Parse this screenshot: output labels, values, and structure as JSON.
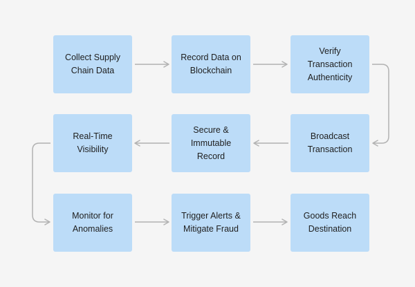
{
  "diagram": {
    "nodes": [
      {
        "id": "collect",
        "label": "Collect Supply\nChain Data"
      },
      {
        "id": "record",
        "label": "Record Data on\nBlockchain"
      },
      {
        "id": "verify",
        "label": "Verify\nTransaction\nAuthenticity"
      },
      {
        "id": "broadcast",
        "label": "Broadcast\nTransaction"
      },
      {
        "id": "secure",
        "label": "Secure &\nImmutable\nRecord"
      },
      {
        "id": "visibility",
        "label": "Real-Time\nVisibility"
      },
      {
        "id": "monitor",
        "label": "Monitor for\nAnomalies"
      },
      {
        "id": "trigger",
        "label": "Trigger Alerts &\nMitigate Fraud"
      },
      {
        "id": "goods",
        "label": "Goods Reach\nDestination"
      }
    ],
    "edges": [
      {
        "from": "collect",
        "to": "record"
      },
      {
        "from": "record",
        "to": "verify"
      },
      {
        "from": "verify",
        "to": "broadcast"
      },
      {
        "from": "broadcast",
        "to": "secure"
      },
      {
        "from": "secure",
        "to": "visibility"
      },
      {
        "from": "visibility",
        "to": "monitor"
      },
      {
        "from": "monitor",
        "to": "trigger"
      },
      {
        "from": "trigger",
        "to": "goods"
      }
    ],
    "colors": {
      "node_fill": "#bcdcf8",
      "edge_stroke": "#b2b2b2",
      "background": "#f5f5f5"
    }
  }
}
